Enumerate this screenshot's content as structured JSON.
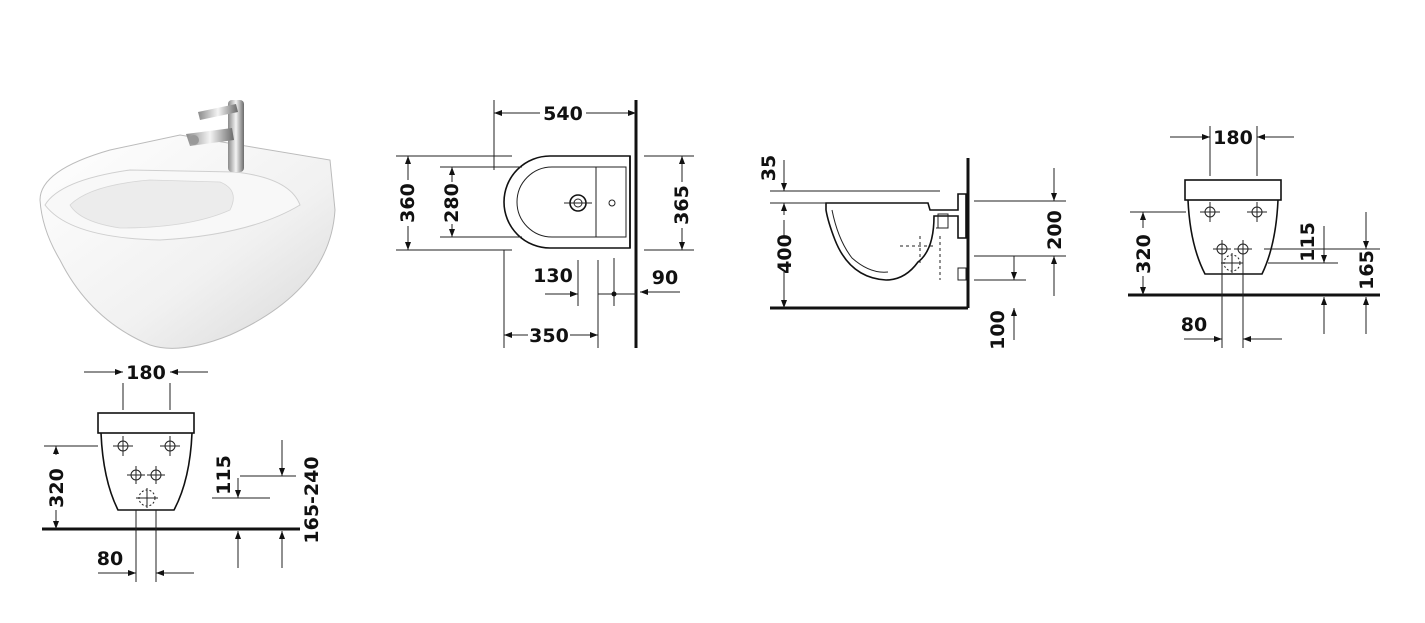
{
  "colors": {
    "line": "#111111",
    "background": "#ffffff",
    "ceramic": "#eeeeee"
  },
  "drawing_bottom_left": {
    "width_top": "180",
    "height": "320",
    "hole_height": "115",
    "range": "165-240",
    "offset": "80"
  },
  "drawing_top_view": {
    "depth": "540",
    "outer_width": "360",
    "inner_width": "280",
    "width_wall": "365",
    "hole_offset": "130",
    "wall_offset": "90",
    "fix_distance": "350"
  },
  "drawing_side_view": {
    "top_offset": "35",
    "height": "400",
    "connection": "200",
    "floor_gap": "100"
  },
  "drawing_right_front": {
    "width_top": "180",
    "height": "320",
    "hole_height": "115",
    "fix_height": "165",
    "offset": "80"
  }
}
